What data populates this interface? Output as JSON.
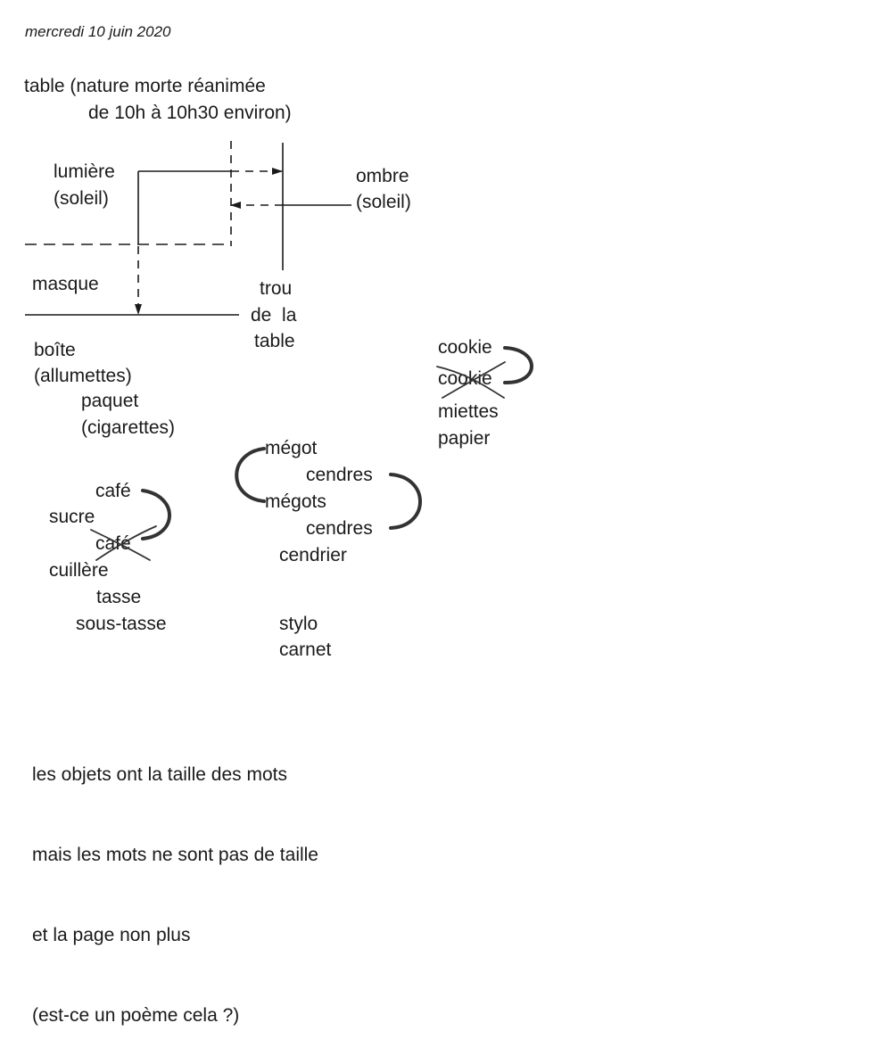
{
  "date": "mercredi 10 juin 2020",
  "title": {
    "line1": "table (nature morte réanimée",
    "line2": "de 10h à 10h30 environ)"
  },
  "diagram": {
    "light": {
      "line1": "lumière",
      "line2": "(soleil)"
    },
    "shadow": {
      "line1": "ombre",
      "line2": "(soleil)"
    },
    "mask": "masque",
    "hole": {
      "line1": "trou",
      "line2": "de  la",
      "line3": "table"
    }
  },
  "objects": {
    "matches": {
      "line1": "boîte",
      "line2": "(allumettes)"
    },
    "cigarettes": {
      "line1": "paquet",
      "line2": "(cigarettes)"
    },
    "cookie1": "cookie",
    "cookie2": "cookie",
    "crumbs": "miettes",
    "paper": "papier",
    "butt": "mégot",
    "ashes1": "cendres",
    "butts": "mégots",
    "ashes2": "cendres",
    "ashtray": "cendrier",
    "coffee1": "café",
    "sugar": "sucre",
    "coffee2": "café",
    "spoon": "cuillère",
    "cup": "tasse",
    "saucer": "sous-tasse",
    "pen": "stylo",
    "notebook": "carnet"
  },
  "poem": [
    "les objets ont la taille des mots",
    "mais les mots ne sont pas de taille",
    "et la page non plus",
    "(est-ce un poème cela ?)"
  ]
}
